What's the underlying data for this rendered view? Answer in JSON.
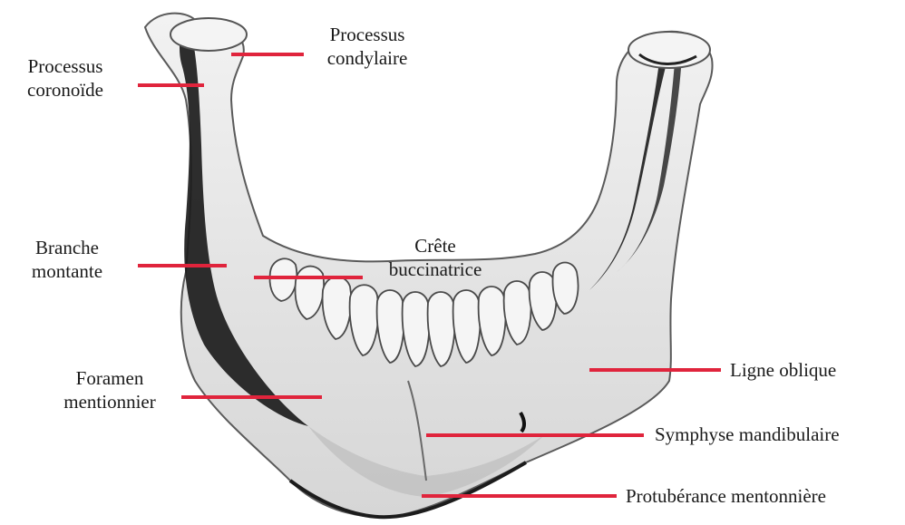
{
  "labels": {
    "processus_coronoide": {
      "line1": "Processus",
      "line2": "coronoïde"
    },
    "processus_condylaire": {
      "line1": "Processus",
      "line2": "condylaire"
    },
    "branche_montante": {
      "line1": "Branche",
      "line2": "montante"
    },
    "crete_buccinatrice": {
      "line1": "Crête",
      "line2": "buccinatrice"
    },
    "foramen_mentionnier": {
      "line1": "Foramen",
      "line2": "mentionnier"
    },
    "ligne_oblique": "Ligne oblique",
    "symphyse_mandibulaire": "Symphyse mandibulaire",
    "protuberance_mentonniere": "Protubérance mentonnière"
  },
  "colors": {
    "leader_line": "#e0243c",
    "bone_light": "#ececec",
    "bone_shadow": "#1c1c1c",
    "background": "#ffffff"
  }
}
